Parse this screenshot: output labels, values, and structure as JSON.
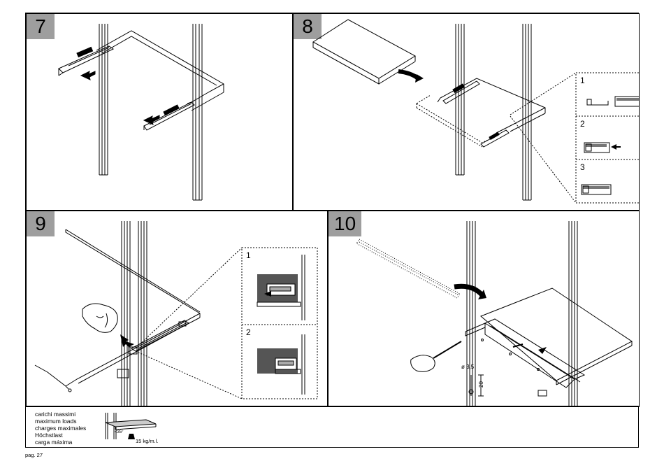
{
  "steps": [
    {
      "number": "7"
    },
    {
      "number": "8",
      "insets": [
        "1",
        "2",
        "3"
      ]
    },
    {
      "number": "9",
      "insets": [
        "1",
        "2"
      ]
    },
    {
      "number": "10",
      "drill_label": "ø 3,5",
      "screw_length": "20"
    }
  ],
  "loads": {
    "lines": [
      "carichi massimi",
      "maximum loads",
      "charges maximales",
      "Höchstlast",
      "carga máxima"
    ],
    "angle": "<35°",
    "value": "15 kg/m.l."
  },
  "page": "pag. 27"
}
